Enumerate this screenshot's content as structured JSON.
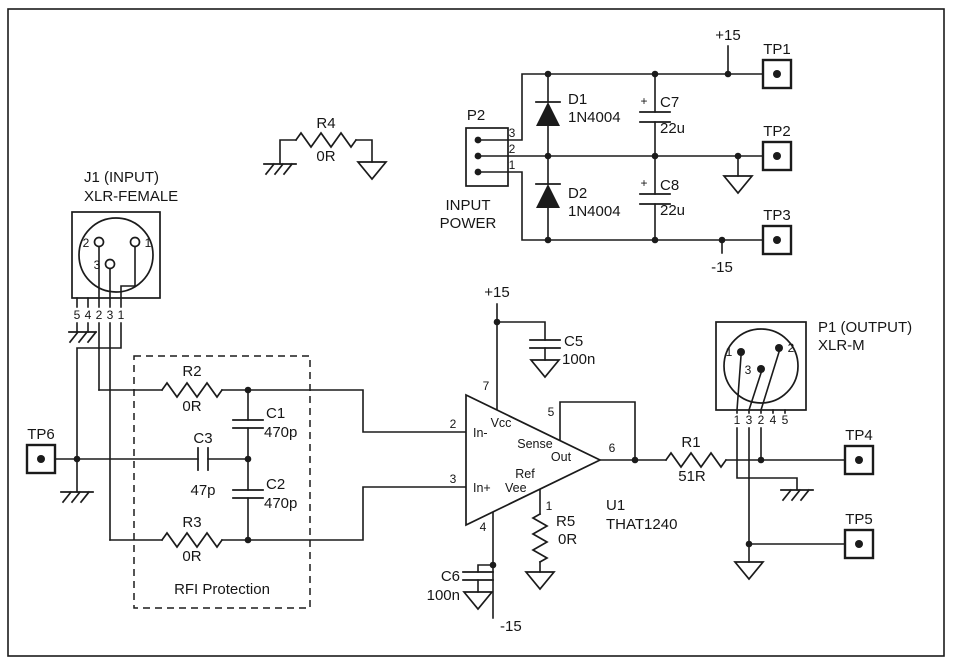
{
  "colors": {
    "ink": "#1b1b1b",
    "paper": "#ffffff"
  },
  "power": {
    "p2_ref": "P2",
    "p2_pin_top": "3",
    "p2_pin_mid": "2",
    "p2_pin_bot": "1",
    "caption_line1": "INPUT",
    "caption_line2": "POWER",
    "pos_rail": "+15",
    "neg_rail": "-15",
    "d1_ref": "D1",
    "d1_value": "1N4004",
    "d2_ref": "D2",
    "d2_value": "1N4004",
    "c7_polarity": "+",
    "c7_ref": "C7",
    "c7_value": "22u",
    "c8_polarity": "+",
    "c8_ref": "C8",
    "c8_value": "22u"
  },
  "testpoints": {
    "tp1": "TP1",
    "tp2": "TP2",
    "tp3": "TP3",
    "tp4": "TP4",
    "tp5": "TP5",
    "tp6": "TP6"
  },
  "r4": {
    "ref": "R4",
    "value": "0R"
  },
  "j1": {
    "title": "J1 (INPUT)",
    "subtitle": "XLR-FEMALE",
    "face_pin2": "2",
    "face_pin1": "1",
    "face_pin3": "3",
    "tail_pins": [
      "5",
      "4",
      "2",
      "3",
      "1"
    ]
  },
  "rfi": {
    "box_label": "RFI Protection",
    "r2_ref": "R2",
    "r2_value": "0R",
    "r3_ref": "R3",
    "r3_value": "0R",
    "c1_ref": "C1",
    "c1_value": "470p",
    "c2_ref": "C2",
    "c2_value": "470p",
    "c3_ref": "C3",
    "c3_value": "47p"
  },
  "opamp": {
    "ref": "U1",
    "part": "THAT1240",
    "supply_pos": "+15",
    "supply_neg": "-15",
    "pin7": "7",
    "pin2": "2",
    "pin3": "3",
    "pin5": "5",
    "pin6": "6",
    "pin1": "1",
    "pin4": "4",
    "label_vcc": "Vcc",
    "label_in_minus": "In-",
    "label_in_plus": "In+",
    "label_vee": "Vee",
    "label_sense": "Sense",
    "label_out": "Out",
    "label_ref": "Ref"
  },
  "c5": {
    "ref": "C5",
    "value": "100n"
  },
  "c6": {
    "ref": "C6",
    "value": "100n"
  },
  "r5": {
    "ref": "R5",
    "value": "0R"
  },
  "r1": {
    "ref": "R1",
    "value": "51R"
  },
  "p1": {
    "title": "P1 (OUTPUT)",
    "subtitle": "XLR-M",
    "face_pin1": "1",
    "face_pin2": "2",
    "face_pin3": "3",
    "tail_pins": [
      "1",
      "3",
      "2",
      "4",
      "5"
    ]
  }
}
